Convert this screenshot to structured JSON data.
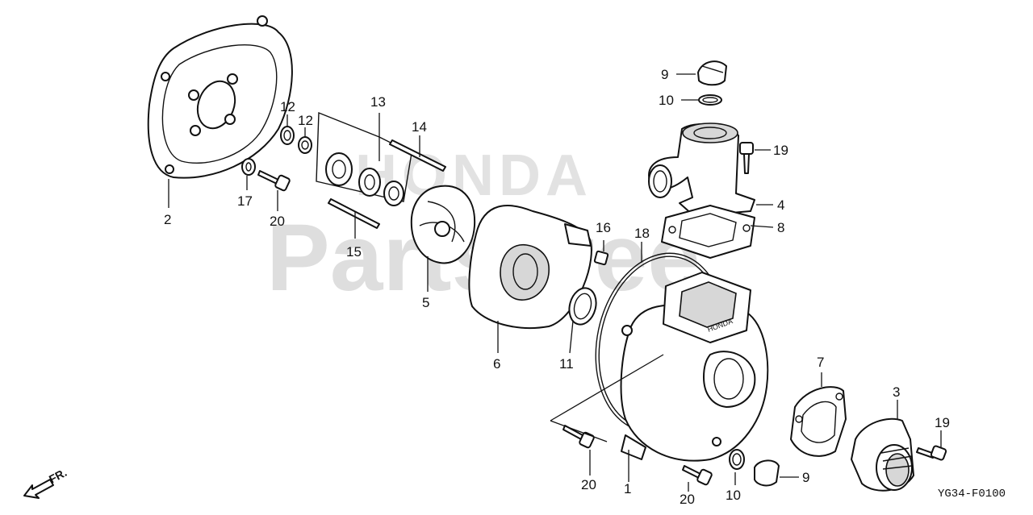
{
  "watermark": {
    "brand": "HONDA",
    "site": "PartsTree"
  },
  "callouts": {
    "c1": "1",
    "c2": "2",
    "c3": "3",
    "c4": "4",
    "c5": "5",
    "c6": "6",
    "c7": "7",
    "c8": "8",
    "c9a": "9",
    "c9b": "9",
    "c10a": "10",
    "c10b": "10",
    "c11": "11",
    "c12a": "12",
    "c12b": "12",
    "c13": "13",
    "c14": "14",
    "c15": "15",
    "c16": "16",
    "c17": "17",
    "c18": "18",
    "c19a": "19",
    "c19b": "19",
    "c20a": "20",
    "c20b": "20",
    "c20c": "20"
  },
  "direction_label": "FR.",
  "casing_marking": "HONDA",
  "diagram_code": "YG34-F0100"
}
